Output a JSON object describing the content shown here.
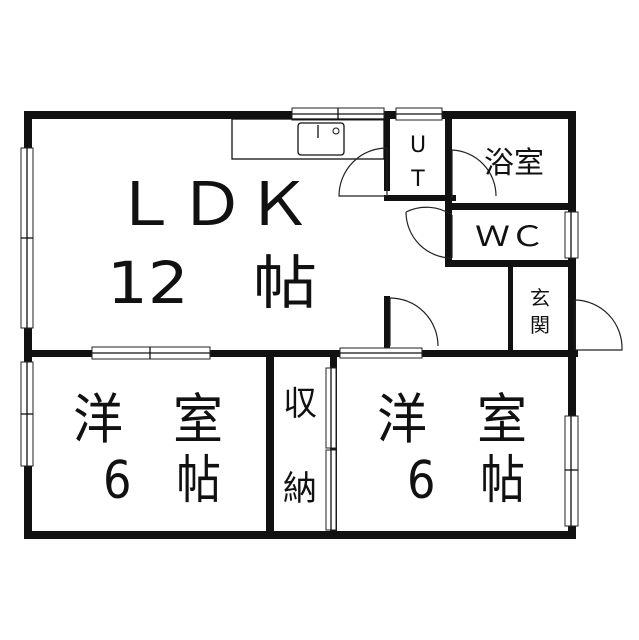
{
  "rooms": {
    "ldk": {
      "name": "ＬＤＫ",
      "size": "12　帖"
    },
    "western_left": {
      "name": "洋　室",
      "size": "6　帖"
    },
    "western_right": {
      "name": "洋　室",
      "size": "6　帖"
    },
    "storage": {
      "line1": "収",
      "line2": "納"
    },
    "utility": {
      "line1": "U",
      "line2": "T"
    },
    "bath": {
      "name": "浴室"
    },
    "toilet": {
      "name": "ＷＣ"
    },
    "entrance": {
      "line1": "玄",
      "line2": "関"
    }
  }
}
